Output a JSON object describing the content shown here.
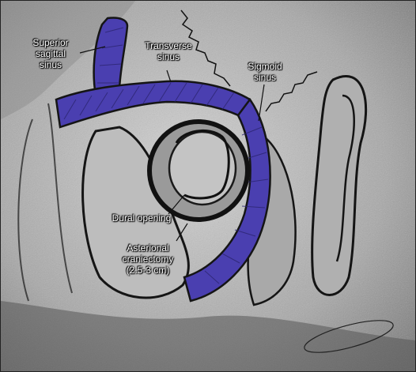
{
  "illustration": {
    "subject": "Asterional craniectomy and dural opening relative to venous sinuses",
    "colors": {
      "sinus": "#4a3fb0",
      "background_light": "#c9c9c9",
      "background_dark": "#7a7a7a",
      "outline": "#151515"
    }
  },
  "labels": {
    "superior_sagittal_sinus": "Superior\nsagittal\nsinus",
    "transverse_sinus": "Transverse\nsinus",
    "sigmoid_sinus": "Sigmoid\nsinus",
    "dural_opening": "Dural opening",
    "asterional_craniectomy": "Asterional\ncraniectomy\n(2.5-3 cm)"
  }
}
